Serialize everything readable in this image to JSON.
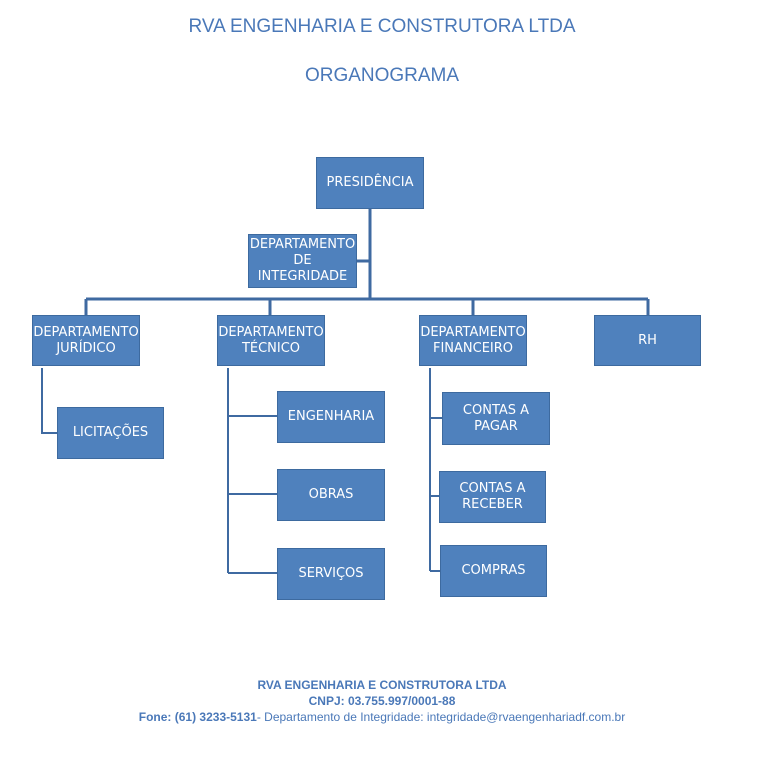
{
  "header": {
    "company": "RVA ENGENHARIA E CONSTRUTORA LTDA",
    "subtitle": "ORGANOGRAMA"
  },
  "nodes": {
    "presidencia": "PRESIDÊNCIA",
    "integridade": "DEPARTAMENTO\nDE\nINTEGRIDADE",
    "juridico": "DEPARTAMENTO\nJURÍDICO",
    "tecnico": "DEPARTAMENTO\nTÉCNICO",
    "financeiro": "DEPARTAMENTO\nFINANCEIRO",
    "rh": "RH",
    "licitacoes": "LICITAÇÕES",
    "engenharia": "ENGENHARIA",
    "obras": "OBRAS",
    "servicos": "SERVIÇOS",
    "contas_pagar": "CONTAS A\nPAGAR",
    "contas_receber": "CONTAS A\nRECEBER",
    "compras": "COMPRAS"
  },
  "colors": {
    "box": "#4f81bd",
    "line": "#3f6aa1",
    "text": "#4a78b8"
  },
  "footer": {
    "company": "RVA ENGENHARIA E CONSTRUTORA LTDA",
    "cnpj": "CNPJ: 03.755.997/0001-88",
    "phone": "Fone: (61) 3233-5131",
    "contact": "- Departamento de Integridade: integridade@rvaengenhariadf.com.br"
  }
}
